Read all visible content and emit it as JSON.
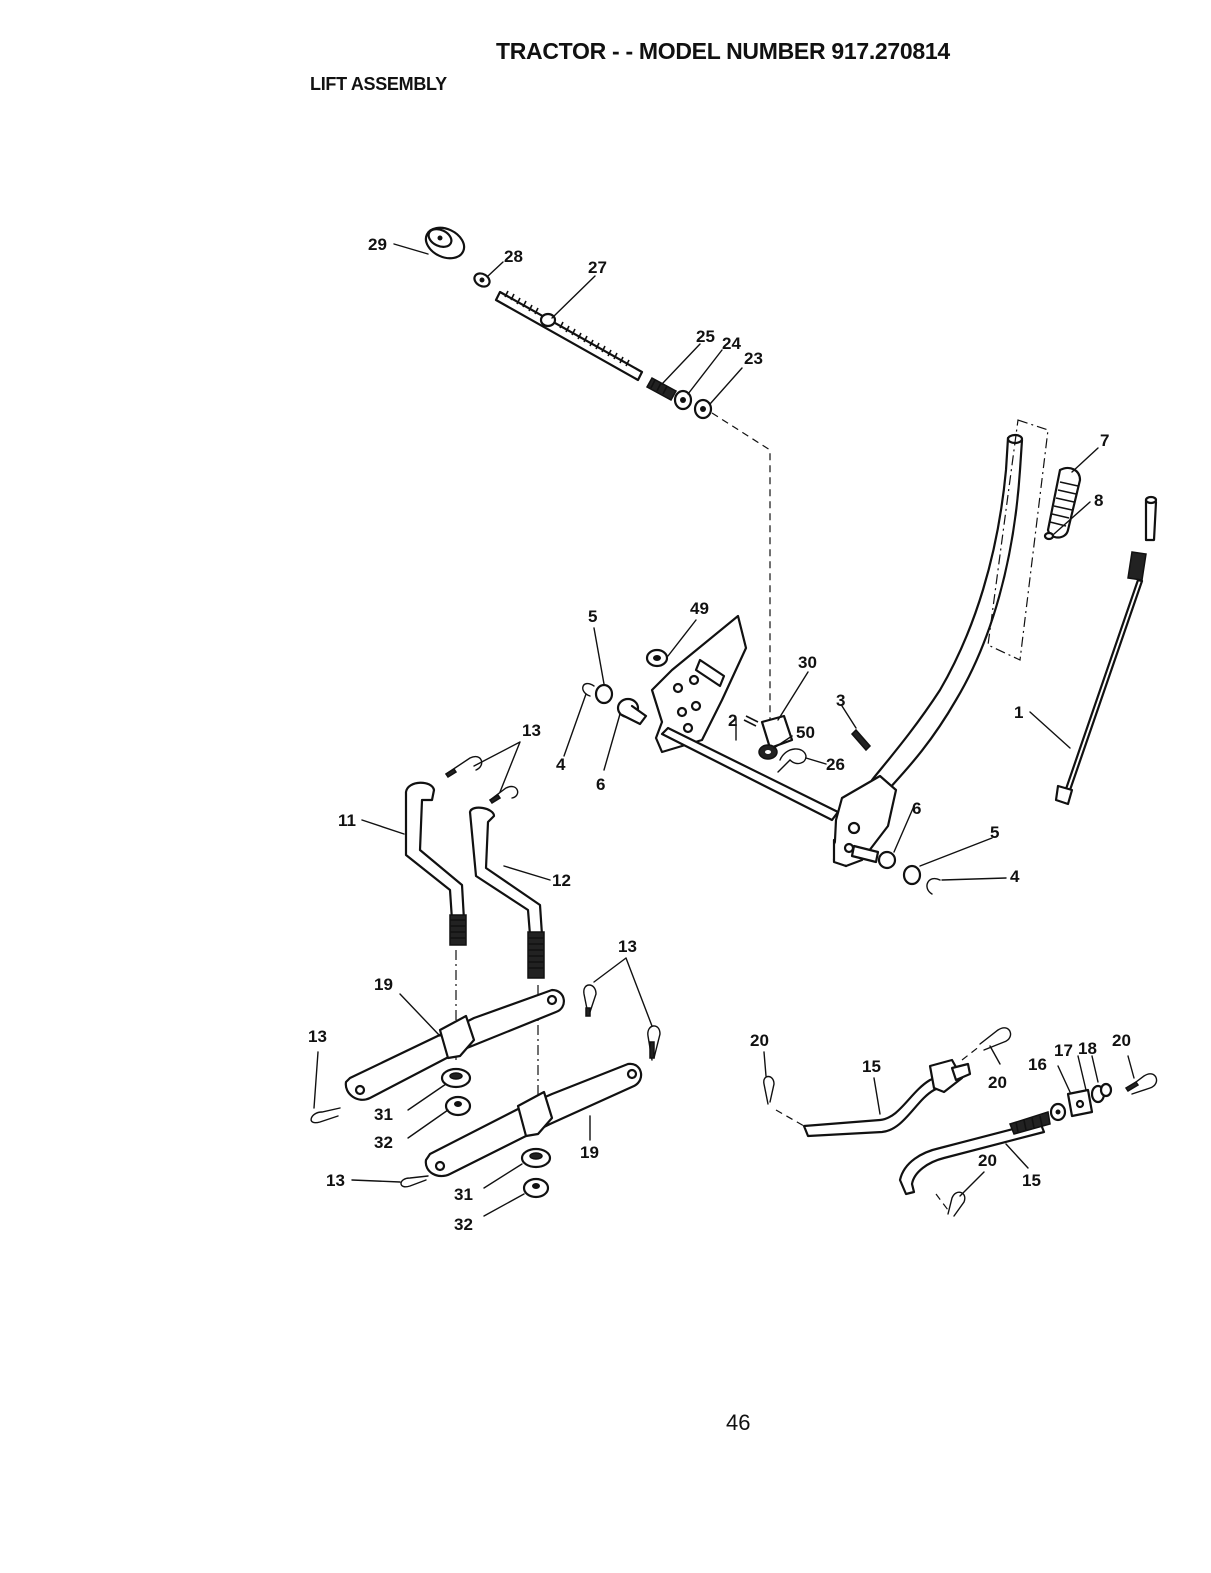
{
  "header": {
    "title": "TRACTOR - - MODEL NUMBER 917.270814",
    "subtitle": "LIFT ASSEMBLY"
  },
  "footer": {
    "page_number": "46"
  },
  "callouts": {
    "c29": "29",
    "c28": "28",
    "c27": "27",
    "c25": "25",
    "c24": "24",
    "c23": "23",
    "c7": "7",
    "c8": "8",
    "c49": "49",
    "c5a": "5",
    "c30": "30",
    "c3": "3",
    "c13a": "13",
    "c2": "2",
    "c50": "50",
    "c26": "26",
    "c4a": "4",
    "c6a": "6",
    "c1": "1",
    "c11": "11",
    "c12": "12",
    "c6b": "6",
    "c5b": "5",
    "c4b": "4",
    "c13b": "13",
    "c19a": "19",
    "c13c": "13",
    "c20a": "20",
    "c15a": "15",
    "c20b": "20",
    "c17": "17",
    "c18": "18",
    "c20c": "20",
    "c16": "16",
    "c31a": "31",
    "c32a": "32",
    "c19b": "19",
    "c13d": "13",
    "c31b": "31",
    "c32b": "32",
    "c20d": "20",
    "c15b": "15"
  }
}
